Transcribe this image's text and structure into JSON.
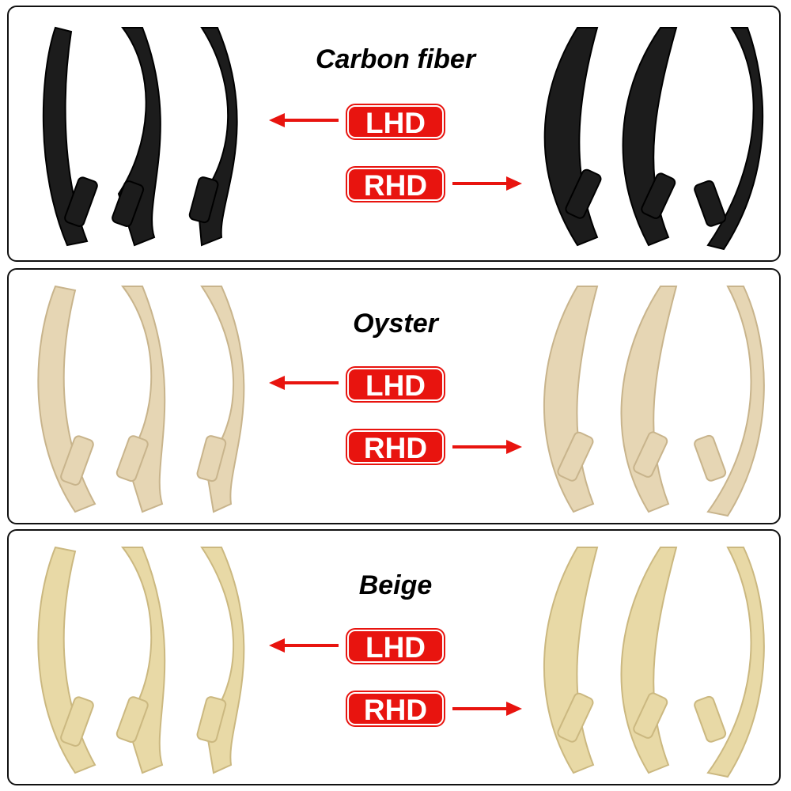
{
  "colors": {
    "badge_fill": "#e8140f",
    "arrow_color": "#e8140f",
    "carbon_fiber": "#1c1c1c",
    "oyster": "#e6d6b4",
    "beige": "#e8d9a6"
  },
  "panels": [
    {
      "title": "Carbon fiber",
      "lhd_label": "LHD",
      "rhd_label": "RHD",
      "color_key": "carbon_fiber"
    },
    {
      "title": "Oyster",
      "lhd_label": "LHD",
      "rhd_label": "RHD",
      "color_key": "oyster"
    },
    {
      "title": "Beige",
      "lhd_label": "LHD",
      "rhd_label": "RHD",
      "color_key": "beige"
    }
  ],
  "icons": {
    "left_arrow": "arrow-left-icon",
    "right_arrow": "arrow-right-icon",
    "handle": "door-handle-icon"
  }
}
